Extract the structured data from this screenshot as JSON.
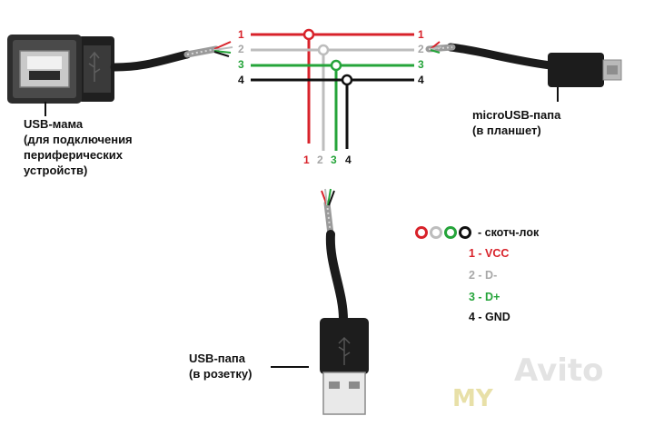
{
  "colors": {
    "vcc": "#d8222a",
    "data_minus": "#bdbdbd",
    "data_plus": "#25a43a",
    "gnd": "#111111",
    "connector": "#2b2b2b",
    "shield": "#9a9a9a"
  },
  "labels": {
    "usb_female": [
      "USB-мама",
      "(для подключения",
      "периферических",
      "устройств)"
    ],
    "micro_usb": [
      "microUSB-папа",
      "(в планшет)"
    ],
    "usb_male": [
      "USB-папа",
      "(в розетку)"
    ]
  },
  "wires": [
    {
      "number": "1",
      "color_key": "vcc"
    },
    {
      "number": "2",
      "color_key": "data_minus"
    },
    {
      "number": "3",
      "color_key": "data_plus"
    },
    {
      "number": "4",
      "color_key": "gnd"
    }
  ],
  "legend": {
    "scotchlock_label": "- скотч-лок",
    "items": [
      {
        "text": "1 - VCC",
        "color_key": "vcc"
      },
      {
        "text": "2 - D-",
        "color_key": "data_minus"
      },
      {
        "text": "3 - D+",
        "color_key": "data_plus"
      },
      {
        "text": "4 - GND",
        "color_key": "gnd"
      }
    ]
  },
  "watermark": {
    "brand": "Avito",
    "sub": "MY"
  }
}
